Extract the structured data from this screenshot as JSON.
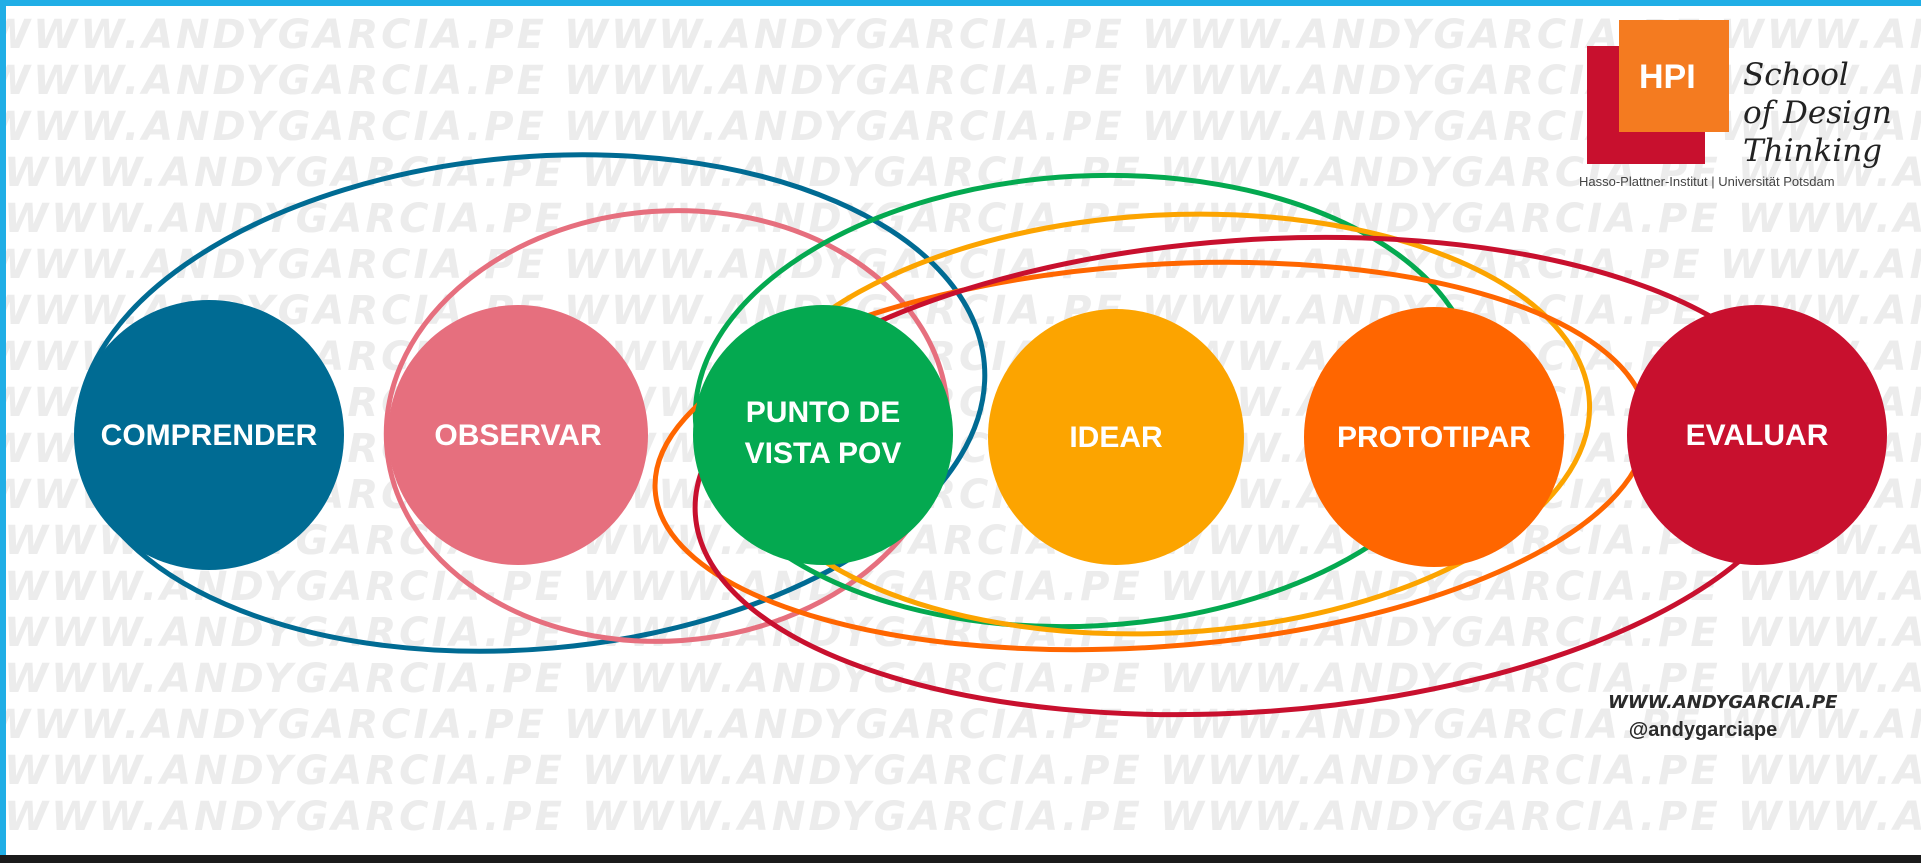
{
  "watermark": {
    "text": "WWW.ANDYGARCIA.PE WWW.ANDYGARCIA.PE WWW.ANDYGARCIA.PE WWW.ANDYGARCIA.PE WWW.ANDYGARCIA.PE WWW.ANDYGARCIA.PE"
  },
  "logo": {
    "hpi": "HPI",
    "school_lines": [
      "School",
      "of Design",
      "Thinking"
    ],
    "subtitle": "Hasso-Plattner-Institut | Universität Potsdam"
  },
  "stages": [
    {
      "label_lines": [
        "COMPRENDER"
      ],
      "color": "#006b93"
    },
    {
      "label_lines": [
        "OBSERVAR"
      ],
      "color": "#e66f7e"
    },
    {
      "label_lines": [
        "PUNTO DE",
        "VISTA POV"
      ],
      "color": "#04a950"
    },
    {
      "label_lines": [
        "IDEAR"
      ],
      "color": "#fca400"
    },
    {
      "label_lines": [
        "PROTOTIPAR"
      ],
      "color": "#ff6600"
    },
    {
      "label_lines": [
        "EVALUAR"
      ],
      "color": "#c8102e"
    }
  ],
  "connector_colors": [
    "#006b93",
    "#e66f7e",
    "#04a950",
    "#fca400",
    "#ff6600",
    "#c8102e"
  ],
  "credit": {
    "site": "WWW.ANDYGARCIA.PE",
    "handle": "@andygarciape"
  },
  "colors": {
    "frame": "#20aee6",
    "background": "#ffffff"
  }
}
